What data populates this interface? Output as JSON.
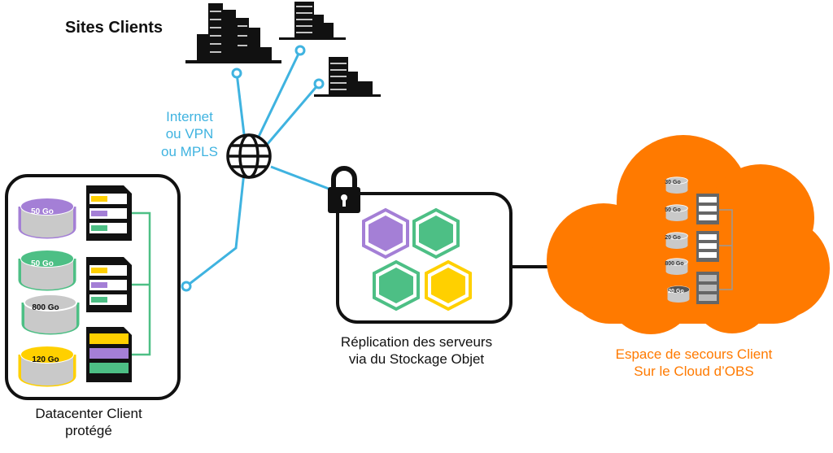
{
  "labels": {
    "sites": "Sites Clients",
    "network": [
      "Internet",
      "ou VPN",
      "ou MPLS"
    ],
    "replication": [
      "Réplication des serveurs",
      "via du Stockage Objet"
    ],
    "datacenter": [
      "Datacenter Client",
      "protégé"
    ],
    "cloud": [
      "Espace de secours Client",
      "Sur le Cloud d’OBS"
    ]
  },
  "datacenter_disks": [
    "50 Go",
    "50 Go",
    "800 Go",
    "120 Go"
  ],
  "cloud_disks": [
    "30 Go",
    "50 Go",
    "20 Go",
    "800 Go",
    "20 Go"
  ],
  "colors": {
    "network": "#3fb3e0",
    "purple": "#a47fd6",
    "green": "#4dbf85",
    "yellow": "#ffd000",
    "orange": "#ff7a00",
    "gray": "#c9c9c9"
  }
}
